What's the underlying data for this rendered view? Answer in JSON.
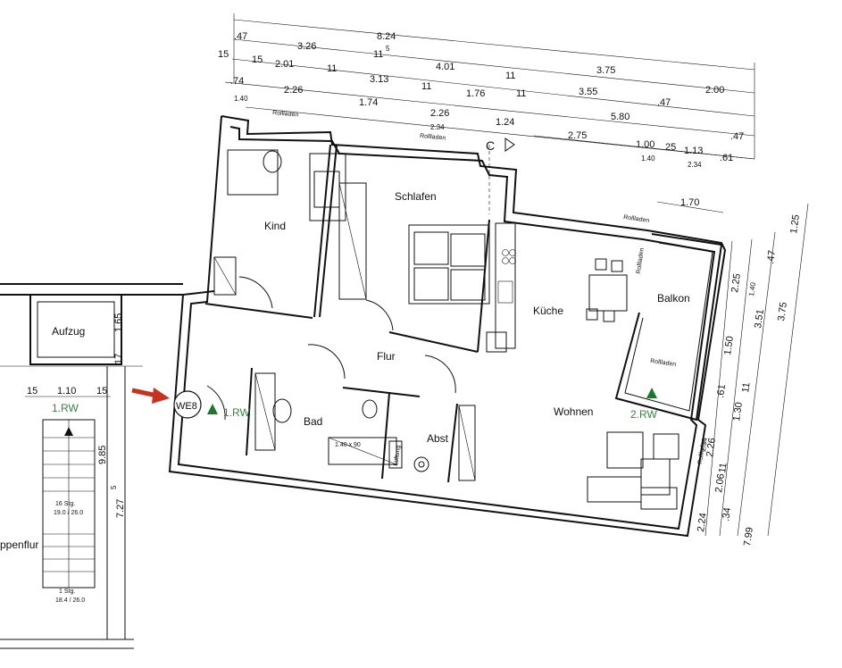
{
  "rooms": {
    "kind": "Kind",
    "schlafen": "Schlafen",
    "kueche": "Küche",
    "balkon": "Balkon",
    "flur": "Flur",
    "bad": "Bad",
    "abst": "Abst",
    "wohnen": "Wohnen",
    "aufzug": "Aufzug",
    "treppenflur": "ppenflur"
  },
  "markers": {
    "unit": "WE8",
    "rw1": "1.RW",
    "rw2": "2.RW",
    "stair_rw": "1.RW",
    "section": "C"
  },
  "annotations": {
    "rollladen": "Rollladen",
    "shower": "1.40 x 90",
    "lueftung": "Lüftung",
    "stair_upper_1": "16 Stg.",
    "stair_upper_2": "19.0 / 26.0",
    "stair_lower_1": "1 Stg.",
    "stair_lower_2": "18.4 / 26.0"
  },
  "dims_top": {
    "r1_total": "8.24",
    "r2_a": ".47",
    "r2_b": "3.26",
    "r2_c": "11",
    "r2_c_sup": "5",
    "r3_a": "15",
    "r3_b": "15",
    "r3_c": "2.01",
    "r3_d": "11",
    "r3_e": "4.01",
    "r3_f": "11",
    "r3_g": "3.75",
    "r4_a": ".74",
    "r4_b": "3.13",
    "r4_c": "11",
    "r4_d": "11",
    "r5_a": "2.26",
    "r5_a_sub": "1.40",
    "r5_b": "1.74",
    "r5_c": "1.76",
    "r5_d": "3.55",
    "r5_e": ".47",
    "r5_f": "2.00",
    "r6_a": "2.26",
    "r6_a_sub": "2.34",
    "r6_b": "1.24",
    "r6_c": "5.80",
    "r7_a": "2.75",
    "r7_b": "1.00",
    "r7_b_sub": "1.40",
    "r7_c": "25",
    "r7_d": "1.13",
    "r7_d_sub": "2.34",
    "r7_e": ".47",
    "r7_f": ".61",
    "balkon_w": "1.70"
  },
  "dims_right": {
    "a": "1.25",
    "b": ".47",
    "c": "2.25",
    "c_sub": "1.40",
    "d": "3.51",
    "e": "3.75",
    "f": "1.50",
    "g": ".61",
    "h": "11",
    "i": "1.30",
    "j": "2.26",
    "j_sub": "2.34",
    "k": "11",
    "l": "2.06",
    "m": "2.24",
    "n": ".34",
    "o": "7.99"
  },
  "dims_left": {
    "a": "15",
    "b": "1.10",
    "c": "15",
    "d": "1.65",
    "e": "17",
    "f": "9.85",
    "g": "7.27",
    "g_sup": "5"
  }
}
